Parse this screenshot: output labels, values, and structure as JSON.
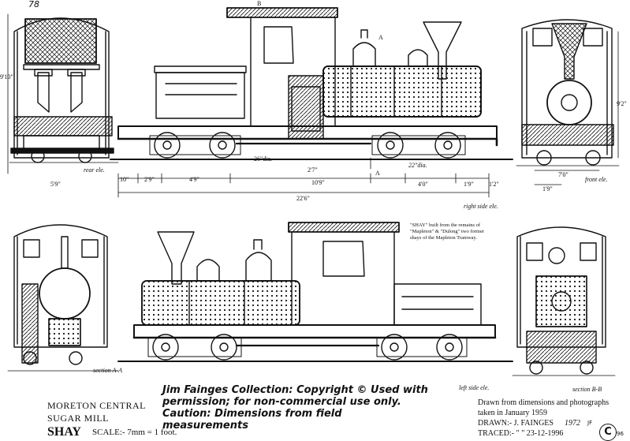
{
  "sheet_ref": "78",
  "labels": {
    "section_b": "B",
    "section_a_top": "A",
    "section_a_bottom": "A",
    "height_left": "9'10\"",
    "height_right": "9'2\"",
    "rear_ele": "rear ele.",
    "front_ele": "front ele.",
    "right_side_ele": "right side ele.",
    "left_side_ele": "left side ele.",
    "section_aa": "section A-A",
    "section_bb": "section B-B",
    "dim_rear_width": "5'9\"",
    "dim_front_width": "7'0\"",
    "dim_front_track": "1'9\"",
    "dim_10": "10\"",
    "dim_2_9": "2'9\"",
    "dim_4_9": "4'9\"",
    "dim_26dia": "26\"dia.",
    "dim_2_7": "2'7\"",
    "dim_10_9": "10'9\"",
    "dim_22dia": "22\"dia.",
    "dim_4_0": "4'0\"",
    "dim_1_9": "1'9\"",
    "dim_1_2": "1'2\"",
    "dim_overall": "22'6\""
  },
  "history_note": "\"SHAY\" built from the remains of \"Mapleton\" & \"Dulong\" two former shays of the Mapleton Tramway.",
  "notice": {
    "line1": "Jim Fainges Collection: Copyright © Used with",
    "line2": "permission; for non-commercial use only.",
    "line3": "Caution: Dimensions from field measurements"
  },
  "title": {
    "line1": "MORETON CENTRAL",
    "line2": "SUGAR MILL",
    "loco": "SHAY",
    "scale": "SCALE:- 7mm = 1 foot."
  },
  "credits": {
    "line1": "Drawn from dimensions and photographs",
    "line2": "taken in January 1959",
    "line3": "DRAWN:- J. FAINGES",
    "drawn_year": "1972",
    "line4": "TRACED:- \" \" 23-12-1996"
  },
  "copyright_mark": {
    "symbol": "C",
    "small_top": "JF",
    "small_num": "96"
  }
}
